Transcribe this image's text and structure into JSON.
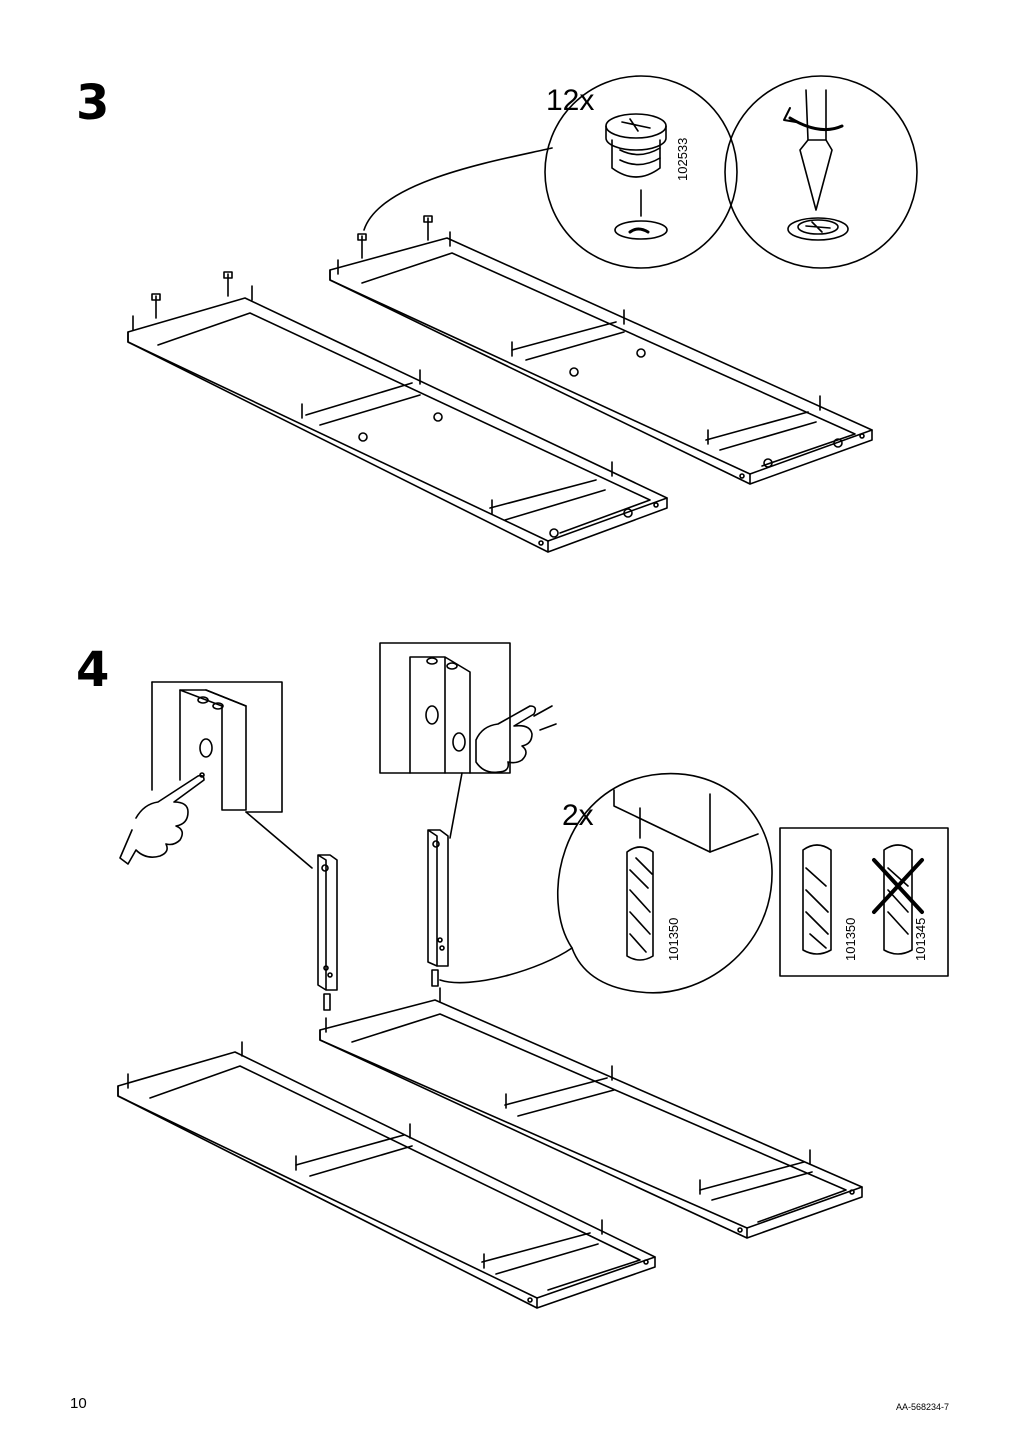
{
  "page": {
    "number": "10",
    "doc_code": "AA-568234-7"
  },
  "steps": [
    {
      "number": "3",
      "quantity": "12x",
      "part": "102533"
    },
    {
      "number": "4",
      "quantity": "2x",
      "part": "101350",
      "correct_part": "101350",
      "wrong_part": "101345"
    }
  ],
  "icons": [
    "cam-lock-icon",
    "screwdriver-icon",
    "hand-pointing-icon",
    "wooden-dowel-icon",
    "cross-mark-icon"
  ]
}
